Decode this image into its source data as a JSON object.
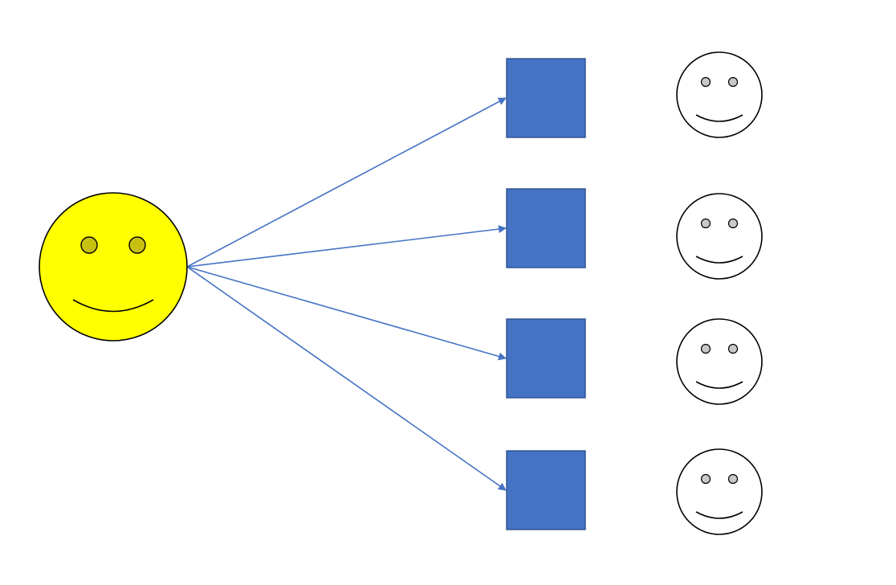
{
  "colors": {
    "source_face_fill": "#FFFF00",
    "source_face_eye": "#C8C010",
    "target_face_fill": "#FFFFFF",
    "target_face_eye": "#C8C8C8",
    "square_fill": "#4472C4",
    "square_stroke": "#2F528F",
    "arrow": "#4472C4",
    "outline": "#000000"
  },
  "icons": {
    "source": "smiley-face-icon",
    "target": "smiley-face-icon",
    "node": "blue-square"
  },
  "diagram": {
    "source": "source-face",
    "targets": [
      {
        "id": "target-1"
      },
      {
        "id": "target-2"
      },
      {
        "id": "target-3"
      },
      {
        "id": "target-4"
      }
    ]
  }
}
